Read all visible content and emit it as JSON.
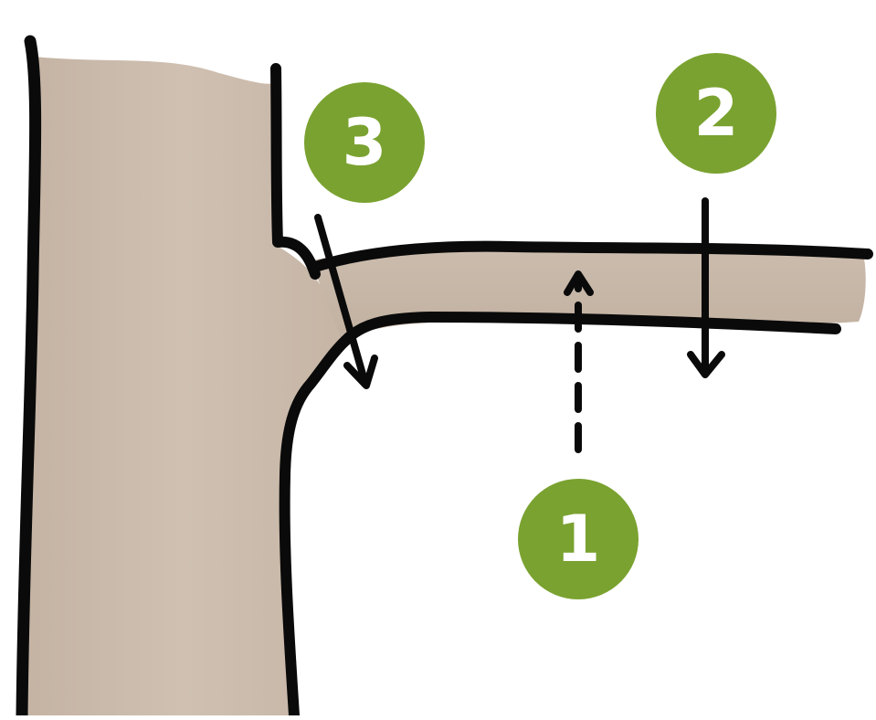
{
  "colors": {
    "background": "#ffffff",
    "wood": "#c9b9aa",
    "wood_dark": "#b9a898",
    "outline": "#0a0a0a",
    "badge": "#7aa230",
    "badge_text": "#ffffff"
  },
  "markers": [
    {
      "label": "1",
      "meaning": "cut-1-undercut"
    },
    {
      "label": "2",
      "meaning": "cut-2-top-cut"
    },
    {
      "label": "3",
      "meaning": "cut-3-final-cut"
    }
  ]
}
